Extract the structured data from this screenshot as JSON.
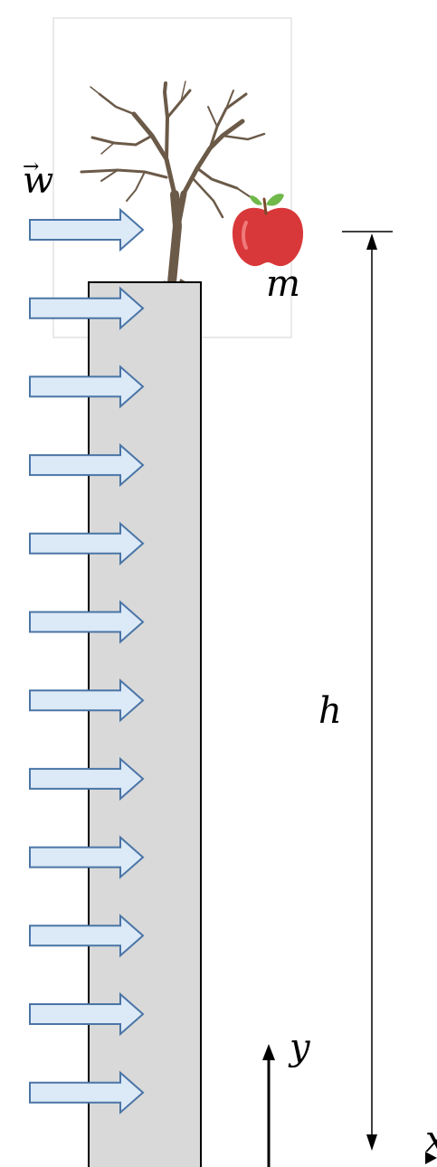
{
  "labels": {
    "wind": "w",
    "mass": "m",
    "height": "h",
    "y_axis": "y",
    "x_axis": "x"
  },
  "colors": {
    "column_fill": "#d9d9d9",
    "arrow_fill": "#dce9f7",
    "arrow_stroke": "#4a75a6",
    "apple": "#d9383a",
    "tree": "#6b5a48"
  },
  "icons": [
    "tree-icon",
    "apple-icon",
    "wind-arrow-icon"
  ]
}
